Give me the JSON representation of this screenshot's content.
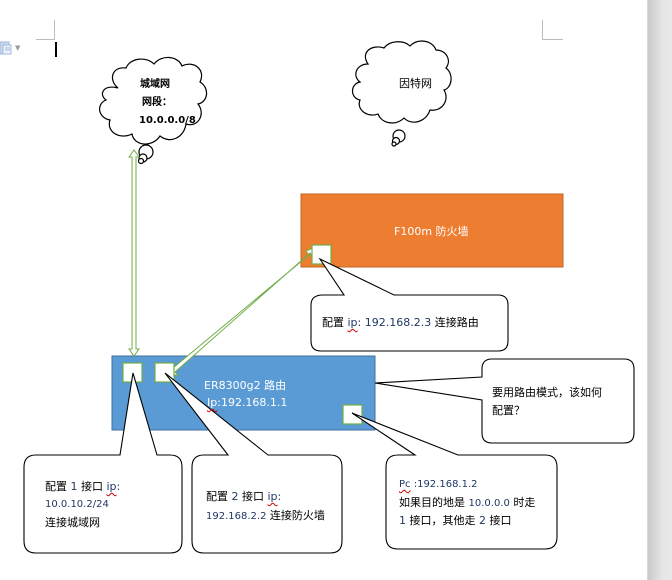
{
  "document": {
    "page_colors": {
      "router": "#5b9bd5",
      "firewall": "#ed7d31",
      "port_border": "#70ad47",
      "connector": "#70ad47"
    }
  },
  "clouds": {
    "metro": {
      "line1": "城域网",
      "line2": "网段：",
      "line3": "10.0.0.0/8"
    },
    "internet": {
      "label": "因特网"
    }
  },
  "firewall": {
    "label": "F100m 防火墙"
  },
  "router": {
    "name": "ER8300g2 路由",
    "ip_prefix": "Ip",
    "ip_value": ":192.168.1.1"
  },
  "callouts": {
    "firewall_ip": {
      "prefix": "配置 ",
      "ip_word": "ip",
      "ip_value": ": 192.168.2.3",
      "suffix": " 连接路由"
    },
    "question": {
      "line1": "要用路由模式，该如何",
      "line2": "配置？"
    },
    "port1": {
      "prefix": "配置 ",
      "port_num": "1",
      "mid": " 接口 ",
      "ip_word": "ip",
      "colon": ":",
      "line2": "10.0.10.2/24",
      "line3": "连接城域网"
    },
    "port2": {
      "prefix": "配置 ",
      "port_num": "2",
      "mid": " 接口 ",
      "ip_word": "ip",
      "colon": ":",
      "line2_num": "192.168.2.2",
      "line2_text": " 连接防火墙"
    },
    "pc": {
      "pc_word": "Pc",
      "pc_ip": " :192.168.1.2",
      "line2_a": "如果目的地是 ",
      "line2_num": "10.0.0.0",
      "line2_b": " 时走",
      "line3_n1": "1",
      "line3_a": " 接口，其他走 ",
      "line3_n2": "2",
      "line3_b": " 接口"
    }
  }
}
